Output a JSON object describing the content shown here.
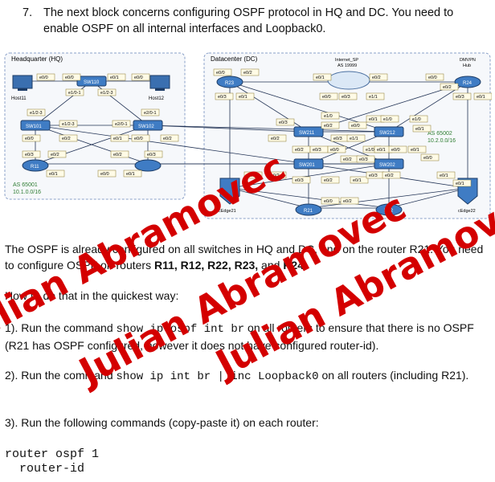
{
  "question": {
    "number": "7.",
    "text": "The next block concerns configuring OSPF protocol in HQ and DC. You need to enable OSPF on all internal interfaces and Loopback0."
  },
  "diagram": {
    "hq": {
      "title": "Headquarter (HQ)",
      "as": "AS 65001",
      "net": "10.1.0.0/16",
      "host11": "Host11",
      "host12": "Host12",
      "sw110": "SW110",
      "sw101": "SW101",
      "sw102": "SW102",
      "r11": "R11",
      "ports": [
        "e0/0",
        "e0/0",
        "e0/1",
        "e0/0",
        "e1/0-1",
        "e1/2-3",
        "e1/2-3",
        "e2/0-1",
        "e1/2-3",
        "e2/0-1",
        "e0/0",
        "e0/2",
        "e0/1",
        "e0/0",
        "e0/2",
        "e0/3",
        "e0/2",
        "e0/2",
        "e0/3",
        "e0/1",
        "e0/0",
        "e0/1"
      ]
    },
    "dc": {
      "title": "Datacenter (DC)",
      "internet": "Internet_SP",
      "internet_as": "AS 19999",
      "dmvpn": "DMVPN",
      "hub": "Hub",
      "as": "AS 65002",
      "net": "10.2.0.0/16",
      "r23": "R23",
      "r24": "R24",
      "r21": "R21",
      "r22": "R22",
      "sw211": "SW211",
      "sw212": "SW212",
      "sw201": "SW201",
      "sw202": "SW202",
      "cedge21": "cEdge21",
      "cedge22": "cEdge22",
      "ports": [
        "e0/0",
        "e0/2",
        "e0/3",
        "e0/1",
        "e0/1",
        "e0/2",
        "e0/0",
        "e0/3",
        "e1/1",
        "e0/0",
        "e0/2",
        "e0/3",
        "e0/1",
        "e1/0",
        "e0/3",
        "e0/2",
        "e0/0",
        "e0/1",
        "e1/0",
        "e0/2",
        "e0/3",
        "e1/1",
        "e1/0",
        "e0/1",
        "e0/2",
        "e0/3",
        "e0/0",
        "e1/0",
        "e0/1",
        "e0/0",
        "e0/1",
        "e0/2",
        "e0/3",
        "e0/0",
        "e0/1",
        "e0/2",
        "e0/3",
        "e0/2",
        "e0/1",
        "e0/3",
        "e0/2",
        "e0/1",
        "e0/1",
        "e0/0",
        "e0/2"
      ]
    }
  },
  "body": {
    "p1_a": "The OSPF is already configured on all switches in HQ and DC, and on the router R21. You need to configure OSPF on routers ",
    "p1_b": "R11, R12, R22, R23,",
    "p1_c": " and ",
    "p1_d": "R24",
    "p1_e": ".",
    "p2": "How to do that in the quickest way:",
    "s1_a": "1). Run the command ",
    "s1_cmd": "show ip ospf int br",
    "s1_b": " on all routers to ensure that there is no OSPF (R21 has OSPF configured, however it does not have configured router-id).",
    "s2_a": "2). Run the command ",
    "s2_cmd": "show ip int br | inc Loopback0",
    "s2_b": " on all routers (including R21).",
    "s3": "3). Run the following commands (copy-paste it) on each router:",
    "code1": "router ospf 1",
    "code2": "  router-id"
  },
  "watermark": "Julian Abramovec"
}
